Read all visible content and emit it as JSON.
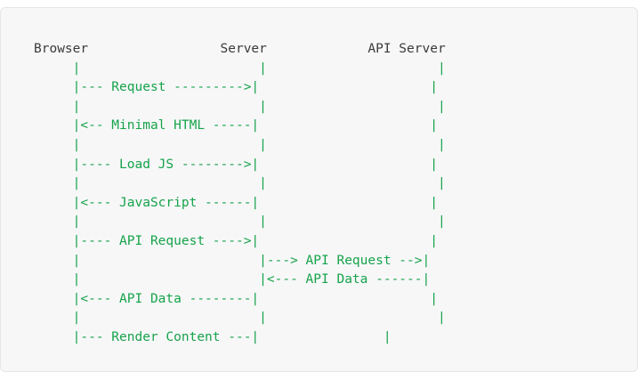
{
  "diagram": {
    "participants": [
      "Browser",
      "Server",
      "API Server"
    ],
    "header_line": "Browser                 Server             API Server",
    "lines": [
      "     |                       |                      |",
      "     |--- Request --------->|                      |",
      "     |                       |                      |",
      "     |<-- Minimal HTML -----|                      |",
      "     |                       |                      |",
      "     |---- Load JS -------->|                      |",
      "     |                       |                      |",
      "     |<--- JavaScript ------|                      |",
      "     |                       |                      |",
      "     |---- API Request ---->|                      |",
      "     |                       |---> API Request -->|",
      "     |                       |<--- API Data ------|",
      "     |<--- API Data --------|                      |",
      "     |                       |                      |",
      "     |--- Render Content ---|                |"
    ],
    "messages": [
      "Request",
      "Minimal HTML",
      "Load JS",
      "JavaScript",
      "API Request",
      "API Request",
      "API Data",
      "API Data",
      "Render Content"
    ]
  },
  "colors": {
    "background": "#f7f7f8",
    "border": "#e6e6ea",
    "text": "#2f2f2f",
    "arrow_text": "#16a34a"
  }
}
